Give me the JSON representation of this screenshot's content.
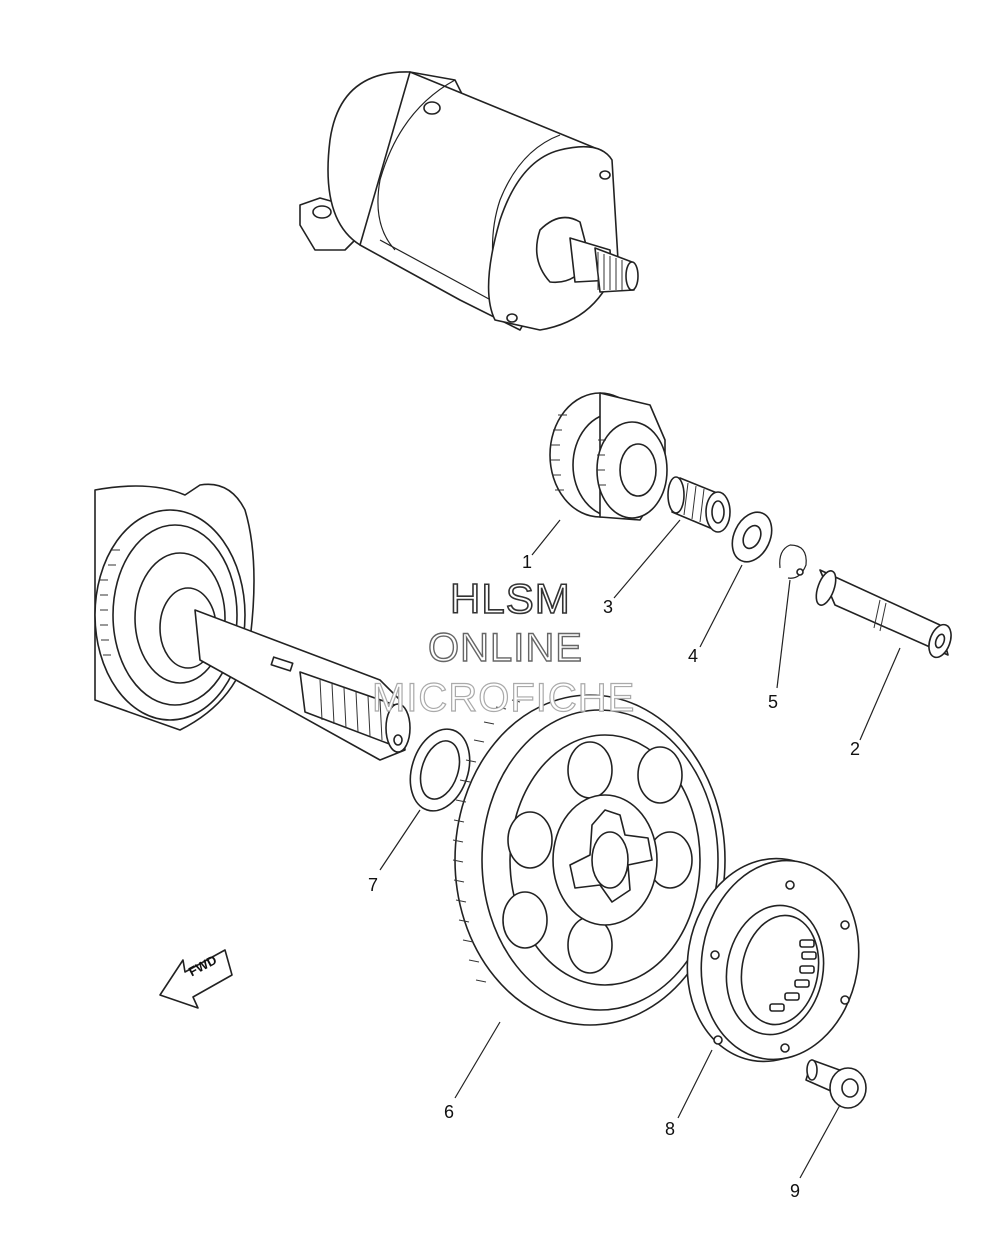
{
  "watermark": {
    "line1": "HLSM",
    "line2": "ONLINE",
    "line3": "MICROFICHE"
  },
  "fwd_label": "FWD",
  "callouts": [
    "1",
    "2",
    "3",
    "4",
    "5",
    "6",
    "7",
    "8",
    "9"
  ],
  "colors": {
    "line": "#222222",
    "background": "#ffffff"
  }
}
